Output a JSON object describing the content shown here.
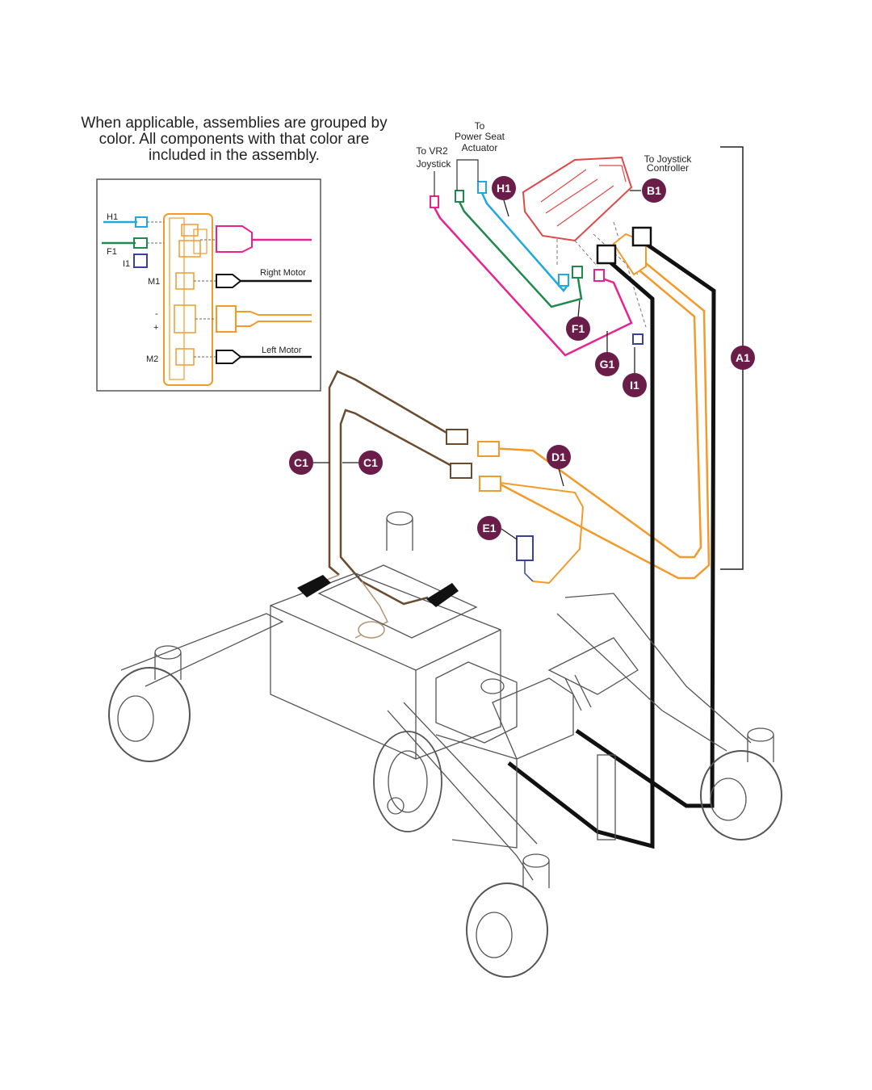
{
  "note": "When applicable, assemblies are grouped by color. All components with that color are included in the assembly.",
  "inset": {
    "labels": {
      "h1": "H1",
      "f1": "F1",
      "i1": "I1",
      "m1": "M1",
      "minus": "-",
      "plus": "+",
      "m2": "M2",
      "right_motor": "Right Motor",
      "left_motor": "Left Motor"
    }
  },
  "callouts": {
    "to_vr2_1": "To VR2",
    "to_vr2_2": "Joystick",
    "power_seat_1": "To",
    "power_seat_2": "Power Seat",
    "power_seat_3": "Actuator",
    "joystick_ctrl_1": "To Joystick",
    "joystick_ctrl_2": "Controller"
  },
  "badges": {
    "h1": "H1",
    "b1": "B1",
    "f1": "F1",
    "g1": "G1",
    "i1": "I1",
    "a1": "A1",
    "c1_left": "C1",
    "c1_right": "C1",
    "d1": "D1",
    "e1": "E1"
  },
  "colors": {
    "badge": "#6b1d4a",
    "magenta": "#e8238f",
    "green": "#1f8a4c",
    "cyan": "#20a8e0",
    "orange": "#f39a2b",
    "brown": "#6b4a2e",
    "red": "#e04848",
    "navy": "#3b3f9e",
    "black": "#111111",
    "frame": "#555555"
  }
}
